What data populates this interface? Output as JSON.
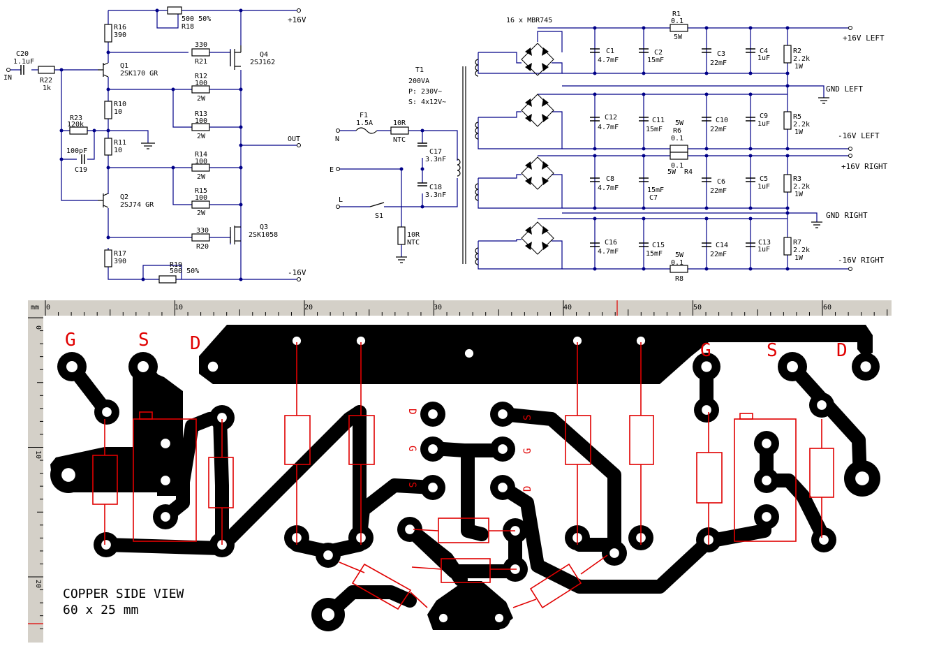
{
  "amp": {
    "labels": {
      "in": "IN",
      "out": "OUT",
      "pos": "+16V",
      "neg": "-16V",
      "c20": "C20",
      "c20v": "1.1uF",
      "r22": "R22",
      "r22v": "1k",
      "r23": "R23",
      "r23v": "120k",
      "c19v": "100pF",
      "c19": "C19",
      "r16": "R16",
      "r16v": "390",
      "r18v": "500  50%",
      "r18": "R18",
      "q1": "Q1",
      "q1v": "2SK170 GR",
      "r10": "R10",
      "r10v": "10",
      "r11": "R11",
      "r11v": "10",
      "q2": "Q2",
      "q2v": "2SJ74 GR",
      "r17": "R17",
      "r17v": "390",
      "r19": "R19",
      "r19v": "500  50%",
      "r21v": "330",
      "r21": "R21",
      "q4": "Q4",
      "q4v": "2SJ162",
      "r12": "R12",
      "r12v": "100",
      "r12w": "2W",
      "r13": "R13",
      "r13v": "100",
      "r13w": "2W",
      "r14": "R14",
      "r14v": "100",
      "r14w": "2W",
      "r15": "R15",
      "r15v": "100",
      "r15w": "2W",
      "r20v": "330",
      "r20": "R20",
      "q3": "Q3",
      "q3v": "2SK1058"
    }
  },
  "psu": {
    "labels": {
      "mbr": "16 x MBR745",
      "t1": "T1",
      "t1va": "200VA",
      "t1p": "P: 230V~",
      "t1s": "S: 4x12V~",
      "f1": "F1",
      "f1v": "1.5A",
      "ntc1": "10R",
      "ntc1b": "NTC",
      "n": "N",
      "e": "E",
      "l": "L",
      "s1": "S1",
      "c17": "C17",
      "c17v": "3.3nF",
      "c18": "C18",
      "c18v": "3.3nF",
      "ntc2": "10R",
      "ntc2b": "NTC",
      "r1": "R1",
      "r1v": "0.1",
      "r1w": "5W",
      "r6w": "5W",
      "r6": "R6",
      "r6v": "0.1",
      "r4v": "0.1",
      "r4w": "5W",
      "r4": "R4",
      "r8w": "5W",
      "r8v": "0.1",
      "r8": "R8",
      "c1": "C1",
      "c1v": "4.7mF",
      "c2": "C2",
      "c2v": "15mF",
      "c3": "C3",
      "c3v": "22mF",
      "c4": "C4",
      "c4v": "1uF",
      "c12": "C12",
      "c12v": "4.7mF",
      "c11": "C11",
      "c11v": "15mF",
      "c10": "C10",
      "c10v": "22mF",
      "c9": "C9",
      "c9v": "1uF",
      "c8": "C8",
      "c8v": "4.7mF",
      "c7v": "15mF",
      "c7": "C7",
      "c6": "C6",
      "c6v": "22mF",
      "c5": "C5",
      "c5v": "1uF",
      "c16": "C16",
      "c16v": "4.7mF",
      "c15": "C15",
      "c15v": "15mF",
      "c14": "C14",
      "c14v": "22mF",
      "c13": "C13",
      "c13v": "1uF",
      "r2": "R2",
      "r2v": "2.2k",
      "r2w": "1W",
      "r5": "R5",
      "r5v": "2.2k",
      "r5w": "1W",
      "r3": "R3",
      "r3v": "2.2k",
      "r3w": "1W",
      "r7": "R7",
      "r7v": "2.2k",
      "r7w": "1W",
      "rail1": "+16V LEFT",
      "rail2": "GND LEFT",
      "rail3": "-16V LEFT",
      "rail4": "+16V RIGHT",
      "rail5": "GND RIGHT",
      "rail6": "-16V RIGHT"
    }
  },
  "pcb": {
    "ruler_unit": "mm",
    "ruler_ticks": [
      "0",
      "10",
      "20",
      "30",
      "40",
      "50",
      "60"
    ],
    "ruler_vticks": [
      "0",
      "10",
      "20"
    ],
    "pad_labels": {
      "g_left": "G",
      "s_left": "S",
      "d_left": "D",
      "g_right": "G",
      "s_right": "S",
      "d_right": "D",
      "d_mid": "D",
      "g_mid": "G",
      "s_mid": "S",
      "s_mid2": "S",
      "g_mid2": "G",
      "d_mid2": "D"
    },
    "title_line1": "COPPER SIDE VIEW",
    "title_line2": "60 x 25 mm"
  },
  "colors": {
    "wire": "#000088",
    "copper": "#000000",
    "silk": "#e00000",
    "ruler_bg": "#d4d0c8"
  }
}
